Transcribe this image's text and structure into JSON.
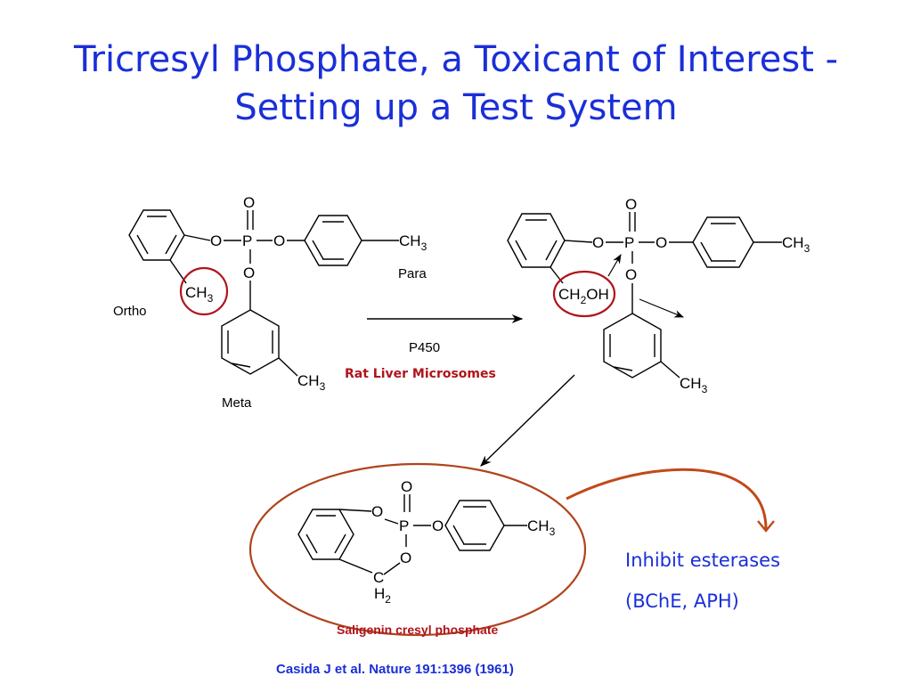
{
  "title": {
    "line1": "Tricresyl Phosphate, a Toxicant of Interest -",
    "line2": "Setting up a Test System"
  },
  "labels": {
    "ortho": "Ortho",
    "para": "Para",
    "meta": "Meta",
    "enzyme": "P450",
    "system": "Rat Liver Microsomes",
    "product_name": "Saligenin cresyl phosphate",
    "effect_line1": "Inhibit esterases",
    "effect_line2": "(BChE, APH)",
    "citation": "Casida J et al. Nature 191:1396 (1961)"
  },
  "atoms": {
    "o": "O",
    "p": "P",
    "c": "C",
    "ch": "CH",
    "oh": "OH",
    "h": "H",
    "sub2": "2",
    "sub3": "3"
  },
  "colors": {
    "title": "#1a2fd8",
    "highlight": "#b0141c",
    "arc_arrow": "#c04a1a"
  }
}
